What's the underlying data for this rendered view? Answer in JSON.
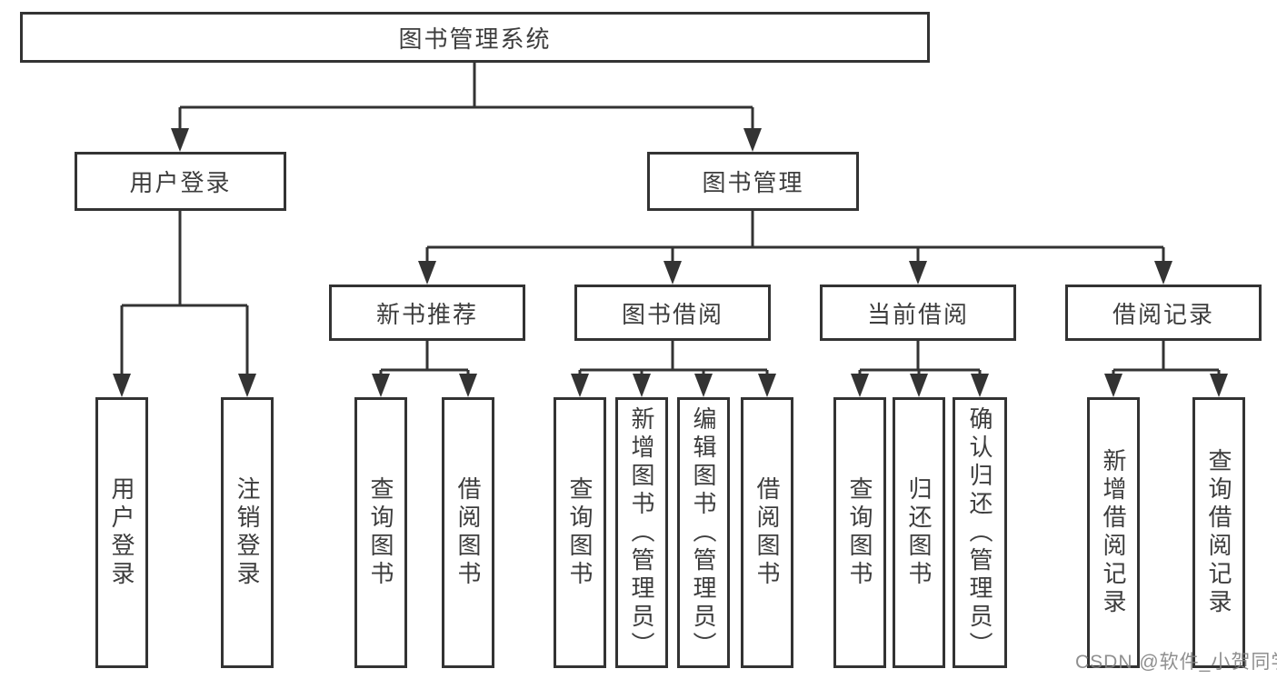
{
  "diagram": {
    "tree": {
      "label": "图书管理系统",
      "children": [
        {
          "label": "用户登录",
          "children": [
            {
              "label": "用户登录"
            },
            {
              "label": "注销登录"
            }
          ]
        },
        {
          "label": "图书管理",
          "children": [
            {
              "label": "新书推荐",
              "children": [
                {
                  "label": "查询图书"
                },
                {
                  "label": "借阅图书"
                }
              ]
            },
            {
              "label": "图书借阅",
              "children": [
                {
                  "label": "查询图书"
                },
                {
                  "label": "新增图书（管理员）"
                },
                {
                  "label": "编辑图书（管理员）"
                },
                {
                  "label": "借阅图书"
                }
              ]
            },
            {
              "label": "当前借阅",
              "children": [
                {
                  "label": "查询图书"
                },
                {
                  "label": "归还图书"
                },
                {
                  "label": "确认归还（管理员）"
                }
              ]
            },
            {
              "label": "借阅记录",
              "children": [
                {
                  "label": "新增借阅记录"
                },
                {
                  "label": "查询借阅记录"
                }
              ]
            }
          ]
        }
      ]
    },
    "colors": {
      "line": "#333333",
      "text": "#3d3d3d",
      "background": "#ffffff",
      "watermark": "#808080"
    }
  },
  "watermark": {
    "text": "CSDN @软件_小贺同学"
  }
}
